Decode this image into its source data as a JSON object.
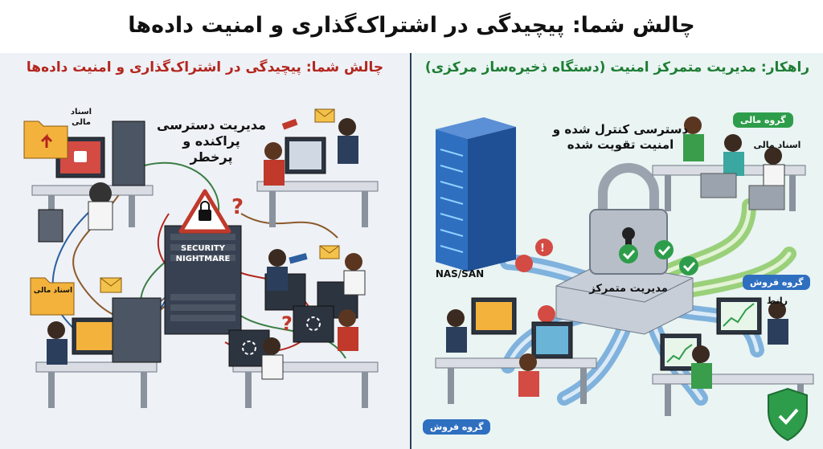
{
  "title": "چالش شما: پیچیدگی در اشتراک‌گذاری و امنیت داده‌ها",
  "left": {
    "heading": "چالش شما: پیچیدگی در اشتراک‌گذاری و امنیت داده‌ها",
    "access_line1": "مدیریت دسترسی",
    "access_line2": "پراکنده و",
    "access_line3": "پرخطر",
    "folder1_line1": "اسناد",
    "folder1_line2": "مالی",
    "folder2_label": "اسناد مالی",
    "server_line1": "SECURITY",
    "server_line2": "NIGHTMARE"
  },
  "right": {
    "heading": "راهکار: مدیریت متمرکز امنیت (دستگاه ذخیره‌ساز مرکزی)",
    "access_line1": "دسترسی کنترل شده و",
    "access_line2": "امنیت تقویت شده",
    "nas_label": "NAS/SAN",
    "hub_label": "مدیریت متمرکز",
    "group_finance": "گروه مالی",
    "finance_docs": "اسناد مالی",
    "group_sales_top": "گروه فروش",
    "link_label": "رانط",
    "group_sales_bottom": "گروه فروش"
  },
  "colors": {
    "alert_red": "#b3261e",
    "success_green": "#1e7d33",
    "pipe_blue": "#7fb2dc",
    "pipe_green": "#9ad07a",
    "server_blue": "#2f6fc0"
  }
}
